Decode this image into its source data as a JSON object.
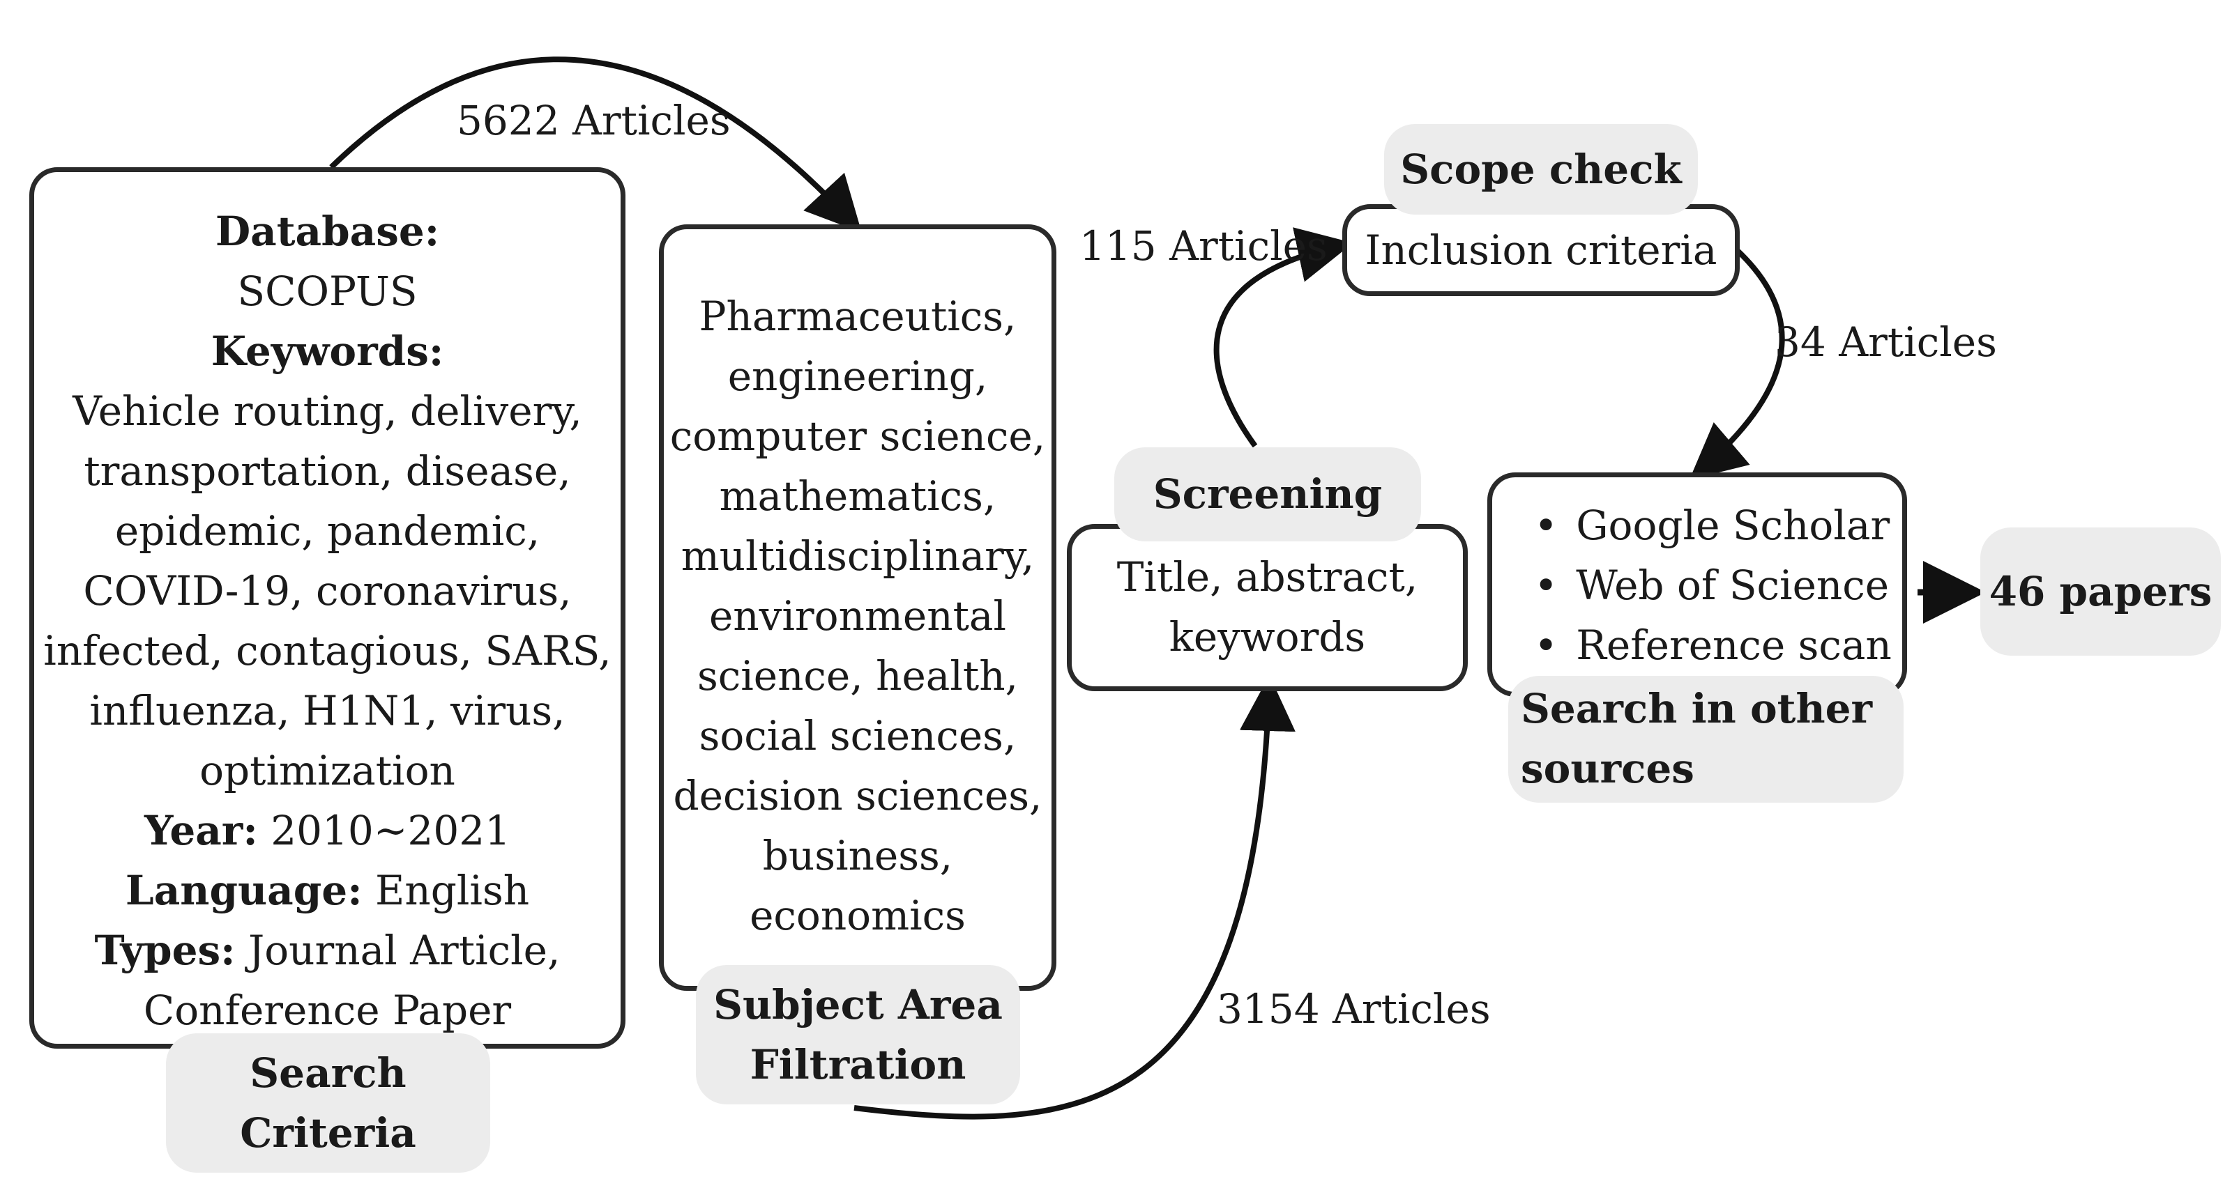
{
  "search": {
    "database_label": "Database:",
    "database_value": "SCOPUS",
    "keywords_label": "Keywords:",
    "keywords_lines": [
      "Vehicle routing, delivery,",
      "transportation, disease,",
      "epidemic, pandemic,",
      "COVID-19, coronavirus,",
      "infected, contagious, SARS,",
      "influenza, H1N1, virus,",
      "optimization"
    ],
    "year_label": "Year:",
    "year_value": "2010~2021",
    "language_label": "Language:",
    "language_value": "English",
    "types_label": "Types:",
    "types_value_line1": "Journal Article,",
    "types_value_line2": "Conference Paper",
    "title_lines": [
      "Search",
      "Criteria"
    ]
  },
  "subject": {
    "lines": [
      "Pharmaceutics,",
      "engineering,",
      "computer science,",
      "mathematics,",
      "multidisciplinary,",
      "environmental",
      "science, health,",
      "social sciences,",
      "decision sciences,",
      "business,",
      "economics"
    ],
    "title_lines": [
      "Subject Area",
      "Filtration"
    ]
  },
  "screening": {
    "title": "Screening",
    "lines": [
      "Title, abstract,",
      "keywords"
    ]
  },
  "scope": {
    "title": "Scope check",
    "text": "Inclusion criteria"
  },
  "other": {
    "items": [
      "Google Scholar",
      "Web of Science",
      "Reference scan"
    ],
    "title_lines": [
      "Search in other",
      "sources"
    ]
  },
  "result": {
    "text": "46 papers"
  },
  "flows": {
    "a1": "5622 Articles",
    "a2": "3154 Articles",
    "a3": "115 Articles",
    "a4": "34 Articles"
  },
  "colors": {
    "stroke": "#2a2a2a",
    "label_bg": "#ececec"
  }
}
